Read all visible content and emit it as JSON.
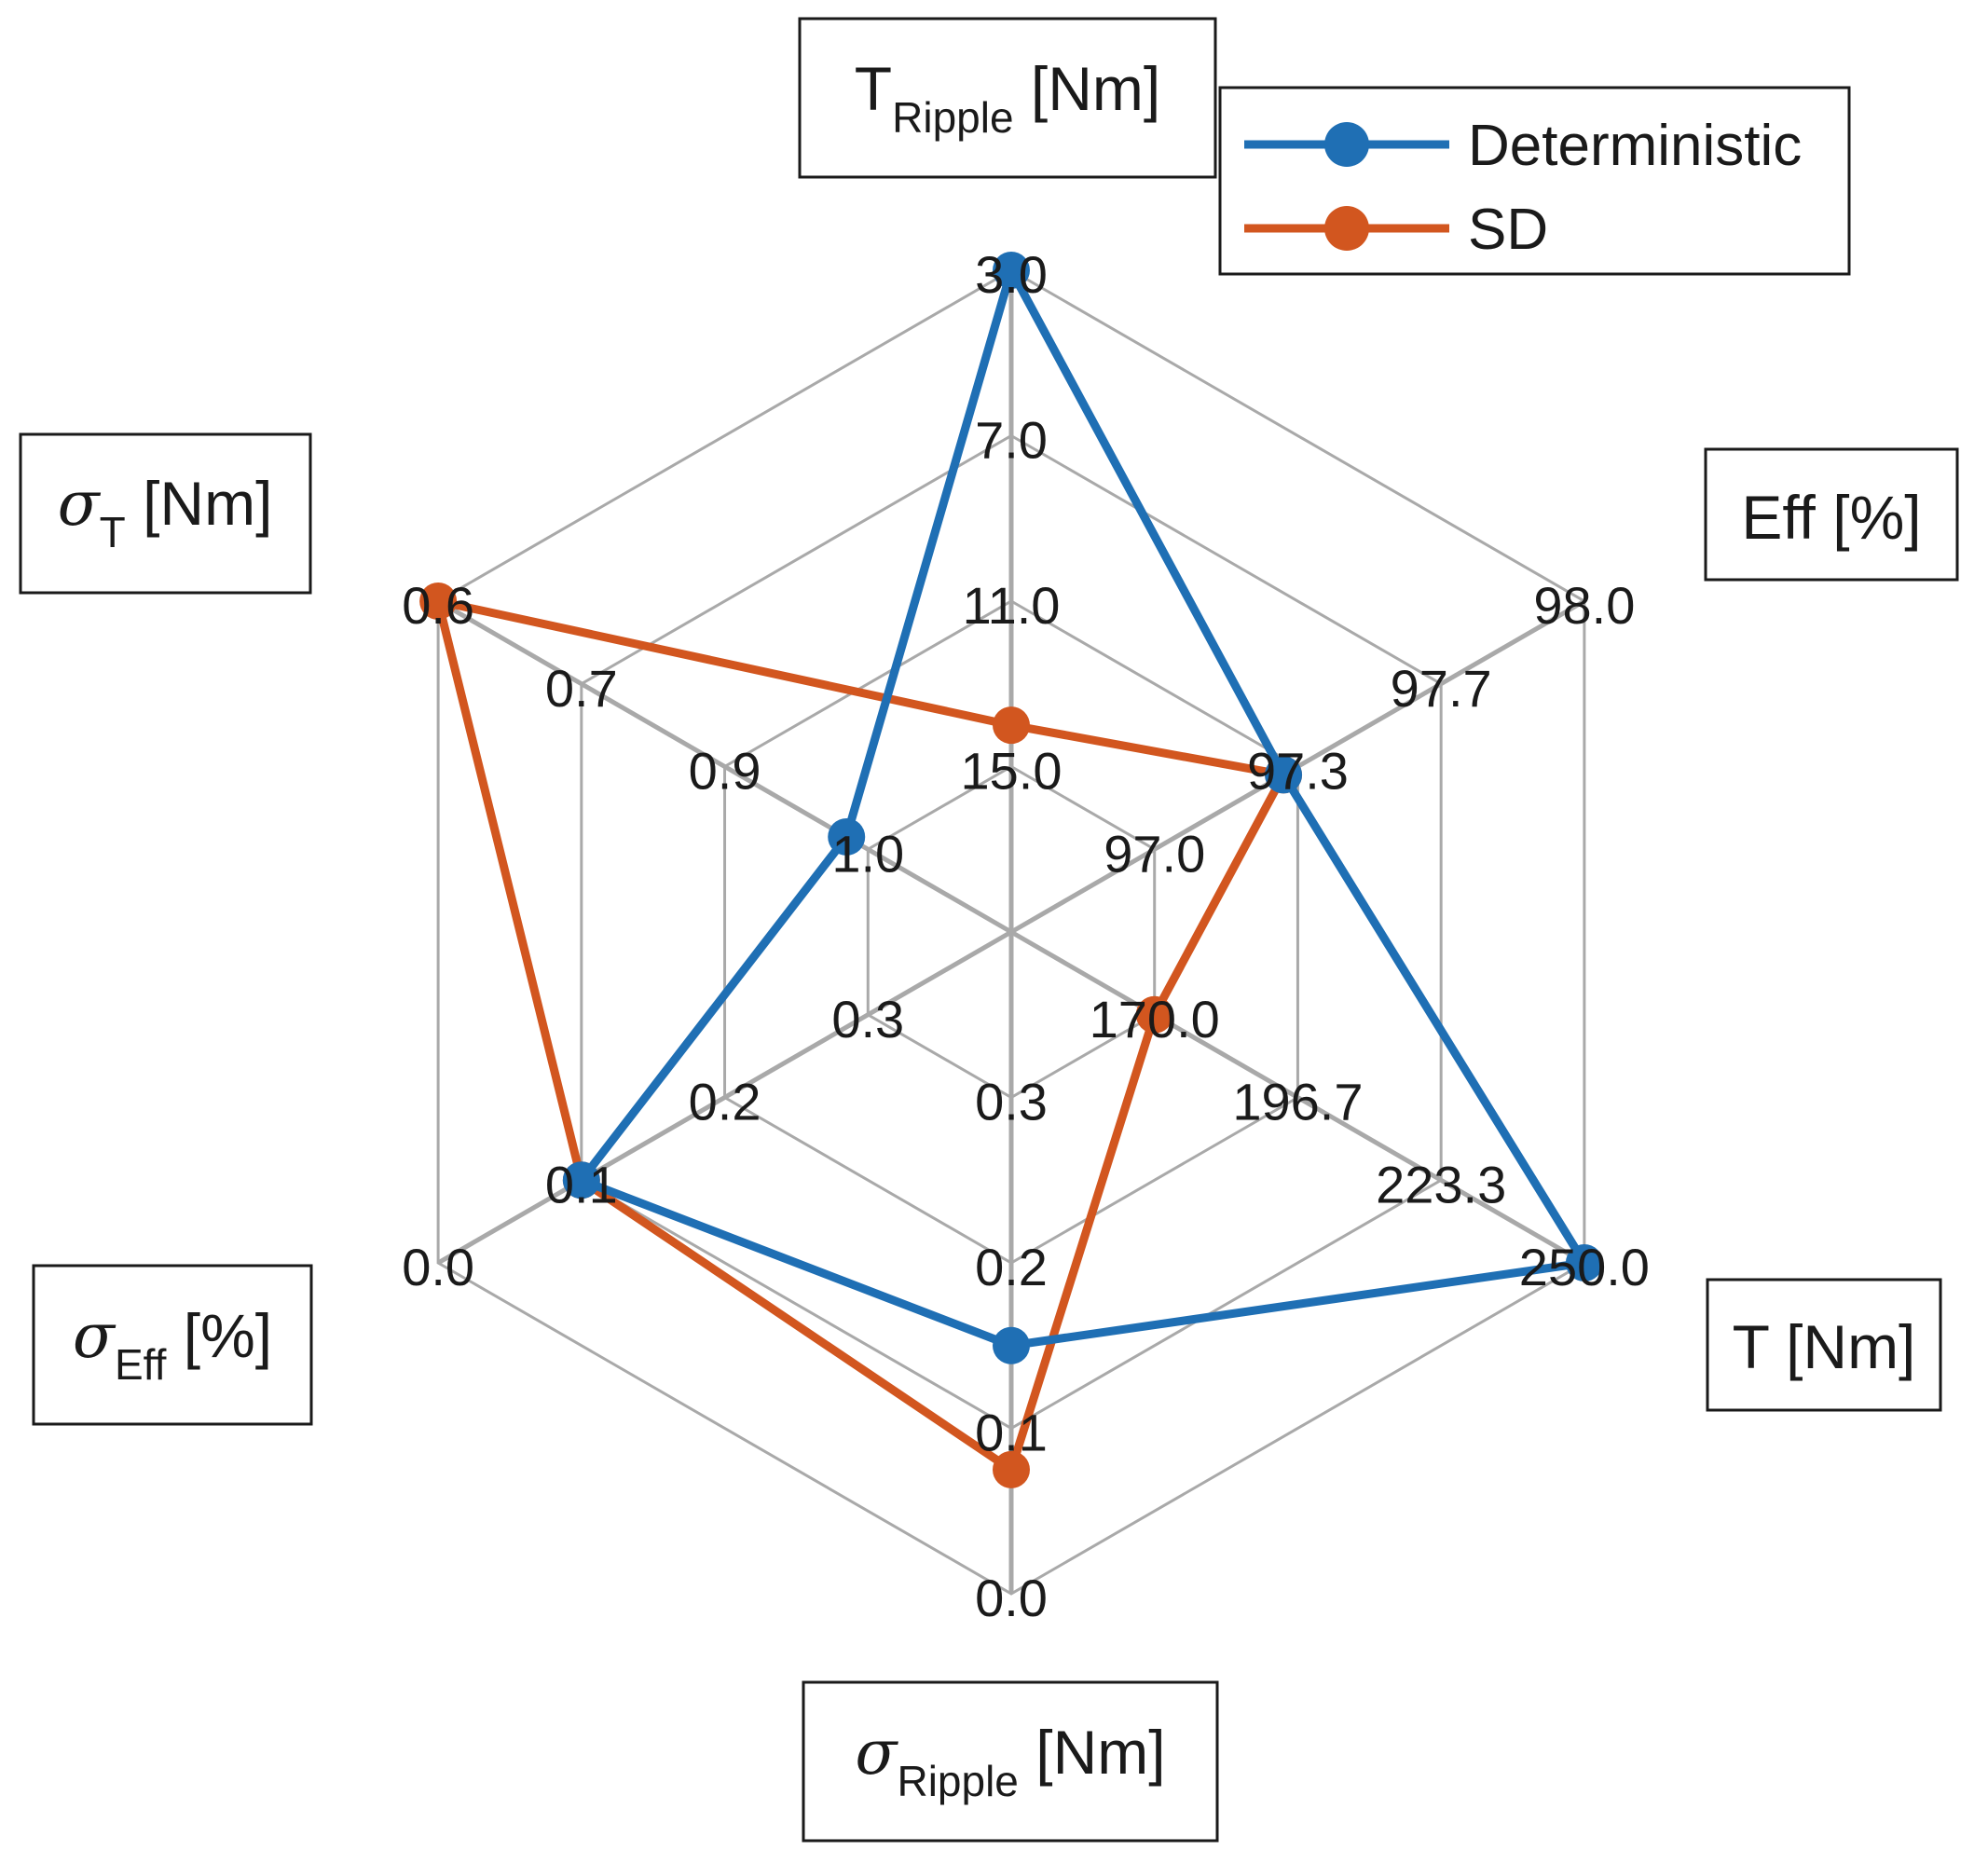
{
  "chart_data": {
    "type": "radar",
    "axes": [
      {
        "id": "t_ripple",
        "label_main": "T",
        "label_sub": "Ripple",
        "label_tail": " [Nm]",
        "greek": false,
        "ticks": [
          "15.0",
          "11.0",
          "7.0",
          "3.0"
        ],
        "range": [
          15.0,
          3.0
        ]
      },
      {
        "id": "eff",
        "label_main": "Eff [%]",
        "label_sub": "",
        "label_tail": "",
        "greek": false,
        "ticks": [
          "97.0",
          "97.3",
          "97.7",
          "98.0"
        ],
        "range": [
          97.0,
          98.0
        ]
      },
      {
        "id": "t",
        "label_main": "T [Nm]",
        "label_sub": "",
        "label_tail": "",
        "greek": false,
        "ticks": [
          "170.0",
          "196.7",
          "223.3",
          "250.0"
        ],
        "range": [
          170.0,
          250.0
        ]
      },
      {
        "id": "sigma_ripple",
        "label_main": "σ",
        "label_sub": "Ripple",
        "label_tail": " [Nm]",
        "greek": true,
        "ticks": [
          "0.3",
          "0.2",
          "0.1",
          "0.0"
        ],
        "range": [
          0.3,
          0.0
        ]
      },
      {
        "id": "sigma_eff",
        "label_main": "σ",
        "label_sub": "Eff",
        "label_tail": " [%]",
        "greek": true,
        "ticks": [
          "0.3",
          "0.2",
          "0.1",
          "0.0"
        ],
        "range": [
          0.3,
          0.0
        ]
      },
      {
        "id": "sigma_t",
        "label_main": "σ",
        "label_sub": "T",
        "label_tail": " [Nm]",
        "greek": true,
        "ticks": [
          "1.0",
          "0.9",
          "0.7",
          "0.6"
        ],
        "range": [
          1.0,
          0.6
        ]
      }
    ],
    "series": [
      {
        "name": "Deterministic",
        "color": "#1f6fb4",
        "values": [
          3.0,
          97.3,
          250.0,
          0.15,
          0.1,
          0.98
        ]
      },
      {
        "name": "SD",
        "color": "#d2561f",
        "values": [
          14.0,
          97.3,
          170.0,
          0.075,
          0.1,
          0.6
        ]
      }
    ],
    "legend": {
      "position": "top-right"
    },
    "grid": true
  }
}
